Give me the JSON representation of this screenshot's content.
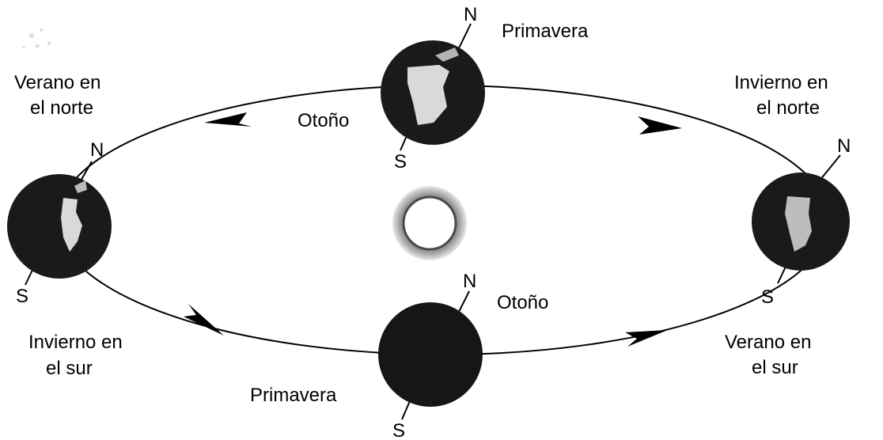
{
  "colors": {
    "background": "#ffffff",
    "ink": "#000000",
    "planet": "#1a1a1a",
    "continent": "#d9d9d9",
    "sun_core": "#ffffff",
    "sun_halo": "#8a8a8a"
  },
  "positions": {
    "top": {
      "north": "N",
      "south": "S",
      "season_near_planet": "Otoño",
      "season_far": "Primavera"
    },
    "left": {
      "north": "N",
      "south": "S",
      "caption_top_line1": "Verano en",
      "caption_top_line2": "el norte",
      "caption_bottom_line1": "Invierno en",
      "caption_bottom_line2": "el sur"
    },
    "right": {
      "north": "N",
      "south": "S",
      "caption_top_line1": "Invierno en",
      "caption_top_line2": "el norte",
      "caption_bottom_line1": "Verano en",
      "caption_bottom_line2": "el sur"
    },
    "bottom": {
      "north": "N",
      "south": "S",
      "season_near_planet": "Otoño",
      "season_far": "Primavera"
    }
  },
  "icons": {
    "sun": "sun-icon",
    "earth": "earth-icon",
    "orbit_arrow": "arrowhead-icon",
    "corner_mark": "smudge-mark-icon"
  }
}
